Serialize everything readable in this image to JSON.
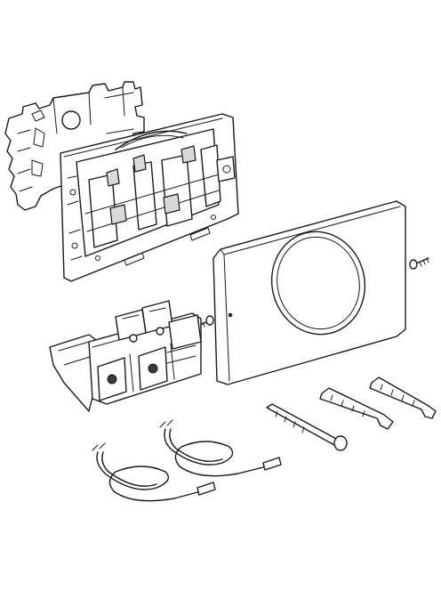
{
  "figure": {
    "background": "#ffffff",
    "line_color": "#1a1a1a",
    "parts": [
      "carrier-frame-back",
      "mounting-frame",
      "actuator-plate",
      "plate-screw-left",
      "plate-screw-right",
      "control-box",
      "signal-cable-1",
      "signal-cable-2",
      "mounting-pin-1",
      "mounting-pin-2",
      "mounting-pin-3"
    ]
  }
}
